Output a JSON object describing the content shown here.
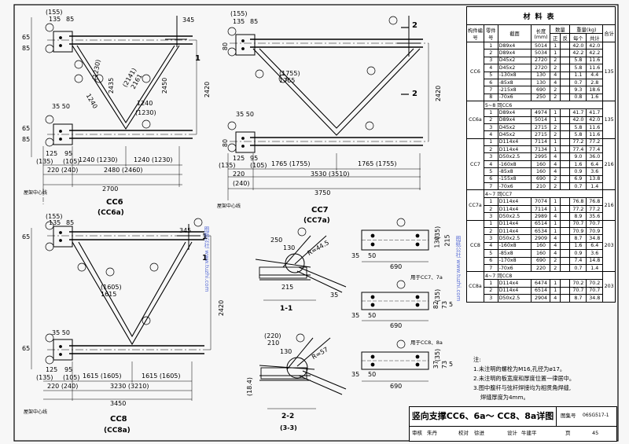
{
  "table": {
    "title": "材料表",
    "headers": {
      "member": "构件编号",
      "part": "零件号",
      "section": "截面",
      "length": "长度(mm)",
      "qty": "数量",
      "qty_pos": "正",
      "qty_neg": "反",
      "weight": "重量(kg)",
      "each": "每个",
      "total": "共计",
      "sum": "合计"
    },
    "groups": [
      {
        "id": "CC6",
        "sum": "135",
        "rows": [
          [
            "1",
            "D89x4",
            "5014",
            "1",
            "",
            "42.0",
            "42.0"
          ],
          [
            "2",
            "D89x4",
            "5034",
            "1",
            "",
            "42.2",
            "42.2"
          ],
          [
            "3",
            "D45x2",
            "2720",
            "2",
            "",
            "5.8",
            "11.6"
          ],
          [
            "4",
            "D45x2",
            "2720",
            "2",
            "",
            "5.8",
            "11.6"
          ],
          [
            "5",
            "-130x8",
            "130",
            "4",
            "",
            "1.1",
            "4.4"
          ],
          [
            "6",
            "-85x8",
            "130",
            "4",
            "",
            "0.7",
            "2.8"
          ],
          [
            "7",
            "-215x8",
            "690",
            "2",
            "",
            "9.3",
            "18.6"
          ],
          [
            "8",
            "-70x6",
            "250",
            "2",
            "",
            "0.8",
            "1.6"
          ]
        ]
      },
      {
        "id": "CC6a",
        "sum": "135",
        "note": "5~8 同CC6",
        "rows": [
          [
            "1",
            "D89x4",
            "4974",
            "1",
            "",
            "41.7",
            "41.7"
          ],
          [
            "2",
            "D89x4",
            "5014",
            "1",
            "",
            "42.0",
            "42.0"
          ],
          [
            "3",
            "D45x2",
            "2715",
            "2",
            "",
            "5.8",
            "11.6"
          ],
          [
            "4",
            "D45x2",
            "2715",
            "2",
            "",
            "5.8",
            "11.6"
          ]
        ]
      },
      {
        "id": "CC7",
        "sum": "216",
        "rows": [
          [
            "1",
            "D114x4",
            "7114",
            "1",
            "",
            "77.2",
            "77.2"
          ],
          [
            "2",
            "D114x4",
            "7134",
            "1",
            "",
            "77.4",
            "77.4"
          ],
          [
            "3",
            "D50x2.5",
            "2995",
            "4",
            "",
            "9.0",
            "36.0"
          ],
          [
            "4",
            "-160x8",
            "160",
            "4",
            "",
            "1.6",
            "6.4"
          ],
          [
            "5",
            "-85x8",
            "160",
            "4",
            "",
            "0.9",
            "3.6"
          ],
          [
            "6",
            "-155x8",
            "690",
            "2",
            "",
            "6.9",
            "13.8"
          ],
          [
            "7",
            "-70x6",
            "210",
            "2",
            "",
            "0.7",
            "1.4"
          ]
        ]
      },
      {
        "id": "CC7a",
        "sum": "216",
        "note": "4~7 同CC7",
        "rows": [
          [
            "1",
            "D114x4",
            "7074",
            "1",
            "",
            "76.8",
            "76.8"
          ],
          [
            "2",
            "D114x4",
            "7114",
            "1",
            "",
            "77.2",
            "77.2"
          ],
          [
            "3",
            "D50x2.5",
            "2989",
            "4",
            "",
            "8.9",
            "35.6"
          ]
        ]
      },
      {
        "id": "CC8",
        "sum": "203",
        "rows": [
          [
            "1",
            "D114x4",
            "6514",
            "1",
            "",
            "70.7",
            "70.7"
          ],
          [
            "2",
            "D114x4",
            "6534",
            "1",
            "",
            "70.9",
            "70.9"
          ],
          [
            "3",
            "D50x2.5",
            "2909",
            "4",
            "",
            "8.7",
            "34.8"
          ],
          [
            "4",
            "-160x8",
            "160",
            "4",
            "",
            "1.6",
            "6.4"
          ],
          [
            "5",
            "-85x8",
            "160",
            "4",
            "",
            "0.9",
            "3.6"
          ],
          [
            "6",
            "-170x8",
            "690",
            "2",
            "",
            "7.4",
            "14.8"
          ],
          [
            "7",
            "-70x6",
            "220",
            "2",
            "",
            "0.7",
            "1.4"
          ]
        ]
      },
      {
        "id": "CC8a",
        "sum": "203",
        "note": "4~7 同CC8",
        "rows": [
          [
            "1",
            "D114x4",
            "6474",
            "1",
            "",
            "70.2",
            "70.2"
          ],
          [
            "2",
            "D114x4",
            "6514",
            "1",
            "",
            "70.7",
            "70.7"
          ],
          [
            "3",
            "D50x2.5",
            "2904",
            "4",
            "",
            "8.7",
            "34.8"
          ]
        ]
      }
    ]
  },
  "notes": {
    "heading": "注:",
    "items": [
      "1.未注明的螺栓为M16,孔径为ø17。",
      "2.未注明的板宽度和厚度位置一律居中。",
      "3.图中腹杆与弦杆焊接均为相贯角焊缝,",
      "焊缝厚度为4mm。"
    ]
  },
  "title_block": {
    "title": "竖向支撑CC6、6a～ CC8、8a详图",
    "atlas_label": "图集号",
    "atlas_no": "06SG517-1",
    "review": "审核",
    "reviewer": "朱丹",
    "check": "校对",
    "checker": "徐进",
    "design": "设计",
    "designer": "牛建平",
    "page_label": "页",
    "page_no": "45"
  },
  "drawings": {
    "cc6": {
      "title": "CC6",
      "subtitle": "(CC6a)",
      "dims": [
        "(155)",
        "135",
        "85",
        "65",
        "85",
        "65",
        "85",
        "1240 (1230)",
        "1240 (1230)",
        "2480 (2460)",
        "2700",
        "220 (240)",
        "(135)",
        "(105)",
        "125",
        "95",
        "35 50",
        "2420",
        "2435",
        "2450",
        "(1230)",
        "(2141)",
        "2161",
        "(1230)",
        "1240",
        "1240",
        "345",
        "1"
      ],
      "axis": "屋架中心线"
    },
    "cc7": {
      "title": "CC7",
      "subtitle": "(CC7a)",
      "dims": [
        "(155)",
        "135",
        "85",
        "80",
        "80",
        "1765 (1755)",
        "1765 (1755)",
        "3530 (3510)",
        "3750",
        "220",
        "(240)",
        "(135)",
        "(105)",
        "125",
        "95",
        "35 50",
        "2420",
        "(1755)",
        "1765",
        "2",
        "2"
      ],
      "axis": "屋架中心线"
    },
    "cc8": {
      "title": "CC8",
      "subtitle": "(CC8a)",
      "dims": [
        "(155)",
        "135",
        "85",
        "65",
        "65",
        "1615 (1605)",
        "1615 (1605)",
        "3230 (3210)",
        "3450",
        "220 (240)",
        "(135)",
        "(105)",
        "125",
        "95",
        "35 50",
        "2420",
        "(1605)",
        "1615",
        "345",
        "1",
        "1"
      ],
      "axis": "屋架中心线"
    },
    "sec11": {
      "title": "1-1",
      "dims": [
        "250",
        "130",
        "215",
        "35",
        "R=44.5"
      ]
    },
    "sec22": {
      "title": "2-2",
      "subtitle": "(3-3)",
      "dims": [
        "(220)",
        "210",
        "130",
        "(18.4)",
        "R=57"
      ]
    },
    "plate1": {
      "dims": [
        "35",
        "50",
        "690",
        "(35)",
        "130",
        "215"
      ],
      "label": "用于CC7、7a"
    },
    "plate2": {
      "dims": [
        "35",
        "50",
        "690",
        "(35)",
        "82",
        "73",
        "5"
      ],
      "label": "用于CC8、8a"
    },
    "plate3": {
      "dims": [
        "35",
        "50",
        "690",
        "(35)",
        "37",
        "73",
        "5"
      ]
    }
  },
  "watermark": "图纸公社 www.tuzhi.com"
}
